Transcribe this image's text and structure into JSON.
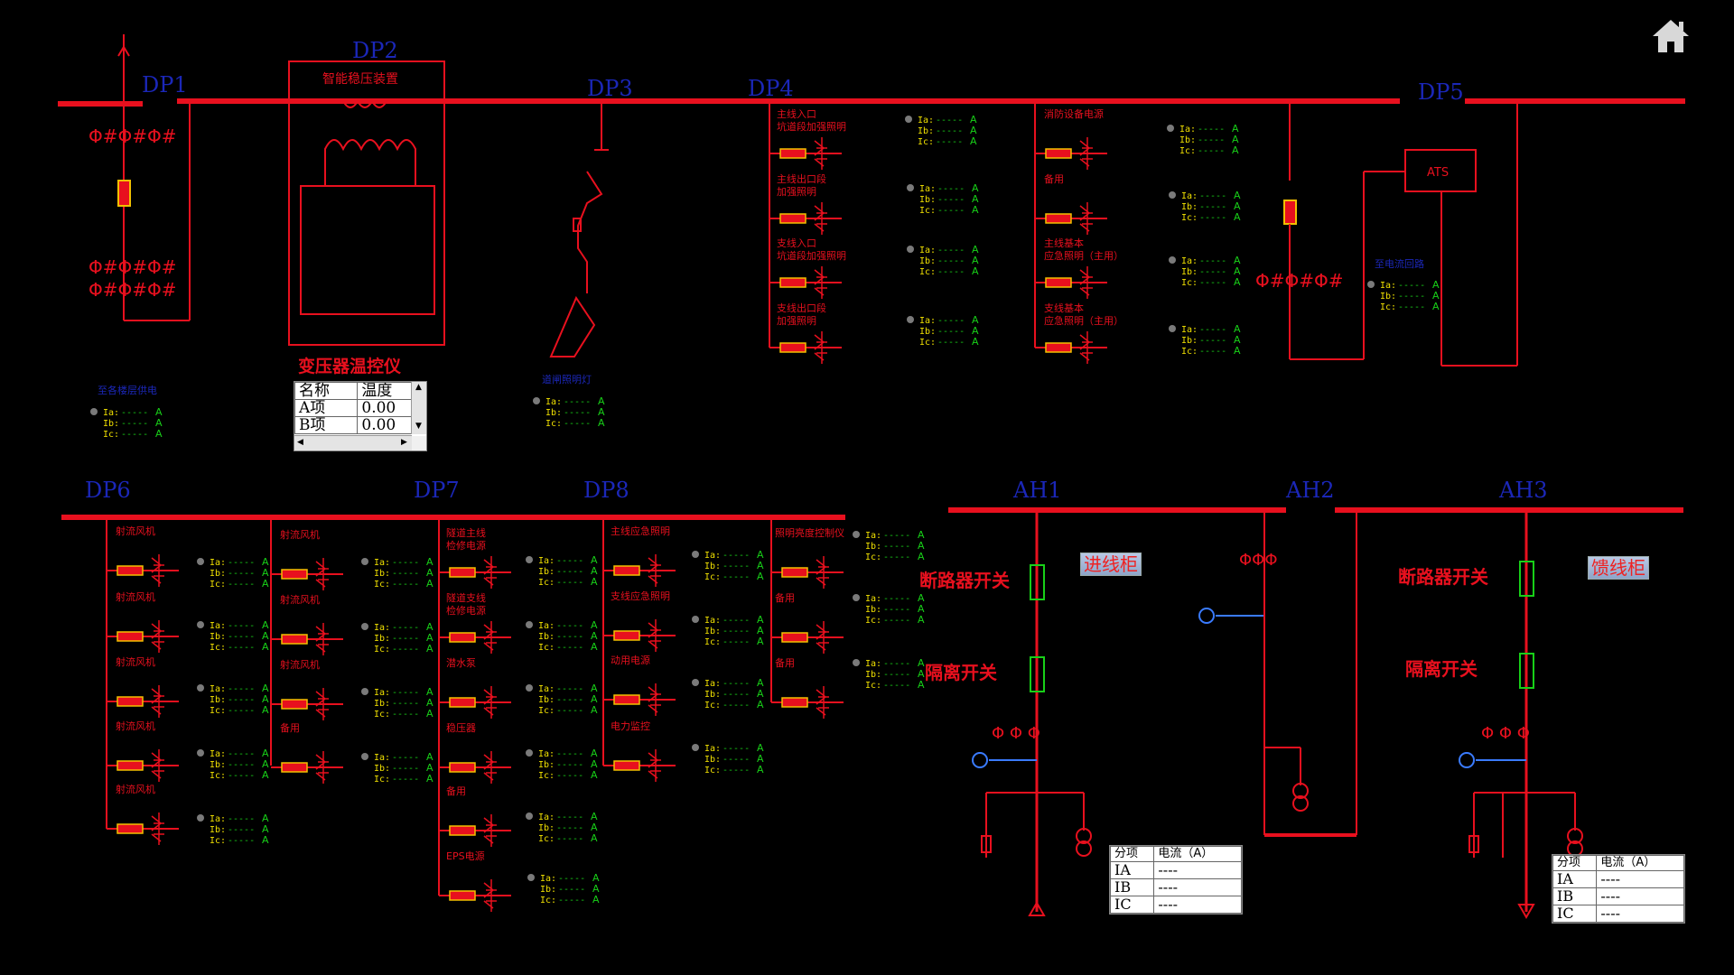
{
  "colors": {
    "bus": "#e8101e",
    "label_blue": "#1b27b8",
    "green": "#18d018",
    "white": "#ffffff",
    "grey": "#7a7a7a"
  },
  "panels": [
    "DP1",
    "DP2",
    "DP3",
    "DP4",
    "DP5",
    "DP6",
    "DP7",
    "DP8",
    "AH1",
    "AH2",
    "AH3"
  ],
  "dp2": {
    "title": "智能稳压装置"
  },
  "dp5": {
    "ats": "ATS",
    "load": "至电流回路"
  },
  "dp1": {
    "load": "至各楼层供电"
  },
  "dp3": {
    "load": "道闸照明灯"
  },
  "meter": {
    "ia": "Ia:",
    "ib": "Ib:",
    "ic": "Ic:",
    "dash": "-----",
    "unit": "A"
  },
  "dp4": {
    "feedersA": [
      [
        "主线入口",
        "坑道段加强照明"
      ],
      [
        "主线出口段",
        "加强照明"
      ],
      [
        "支线入口",
        "坑道段加强照明"
      ],
      [
        "支线出口段",
        "加强照明"
      ]
    ],
    "feedersB": [
      [
        "消防设备电源"
      ],
      [
        "备用"
      ],
      [
        "主线基本",
        "应急照明（主用）"
      ],
      [
        "支线基本",
        "应急照明（主用）"
      ]
    ]
  },
  "dp6": {
    "feedersA": [
      "射流风机",
      "射流风机",
      "射流风机",
      "射流风机",
      "射流风机"
    ],
    "feedersB": [
      "射流风机",
      "射流风机",
      "射流风机",
      "备用"
    ]
  },
  "dp7": {
    "feeders": [
      [
        "隧道主线",
        "检修电源"
      ],
      [
        "隧道支线",
        "检修电源"
      ],
      [
        "潜水泵"
      ],
      [
        "稳压器"
      ],
      [
        "备用"
      ],
      [
        "EPS电源"
      ]
    ]
  },
  "dp8": {
    "feedersA": [
      [
        "主线应急照明"
      ],
      [
        "支线应急照明"
      ],
      [
        "动用电源"
      ],
      [
        "电力监控"
      ]
    ],
    "feedersB": [
      [
        "照明亮度控制仪"
      ],
      [
        "备用"
      ],
      [
        "备用"
      ]
    ]
  },
  "temp": {
    "title": "变压器温控仪",
    "headers": [
      "名称",
      "温度"
    ],
    "rows": [
      [
        "A项",
        "0.00"
      ],
      [
        "B项",
        "0.00"
      ]
    ]
  },
  "ah": {
    "breaker": "断路器开关",
    "isolator": "隔离开关",
    "incoming_btn": "进线柜",
    "feeder_btn": "馈线柜"
  },
  "current_table": {
    "headers": [
      "分项",
      "电流（A）"
    ],
    "rows": [
      [
        "IA",
        "----"
      ],
      [
        "IB",
        "----"
      ],
      [
        "IC",
        "----"
      ]
    ]
  },
  "icons": {
    "home": "home-icon"
  }
}
